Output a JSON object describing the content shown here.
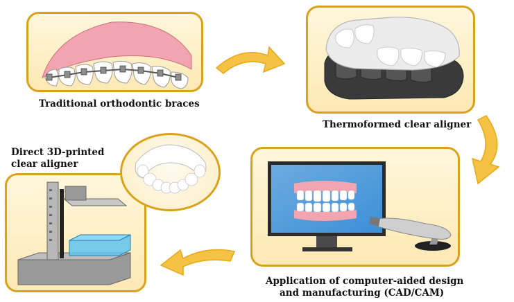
{
  "captions": {
    "braces": "Traditional orthodontic braces",
    "thermo": "Thermoformed clear aligner",
    "direct_line1": "Direct 3D-printed",
    "direct_line2": "clear aligner",
    "cad_line1": "Application of computer-aided design",
    "cad_line2": "and manufacturing (CAD/CAM)"
  },
  "colors": {
    "panel_border": "#d9a21b",
    "arrow_fill": "#f5c243",
    "gum": "#f2a5b0",
    "screen": "#3c8fd6",
    "resin": "#5fc3ee"
  }
}
